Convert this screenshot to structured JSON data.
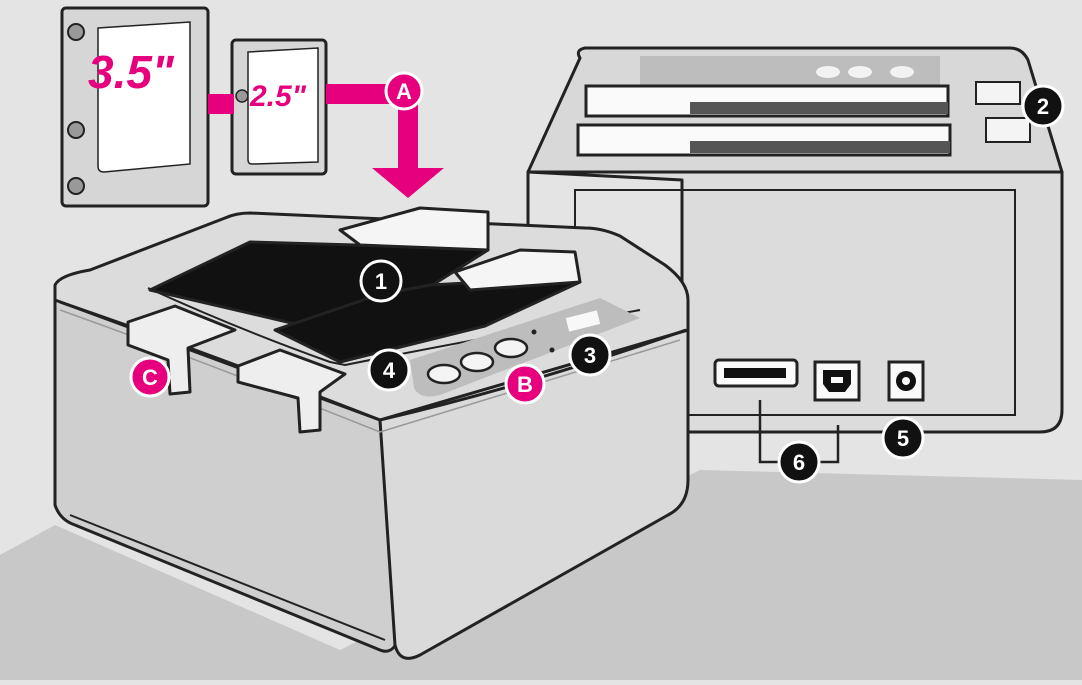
{
  "colors": {
    "background": "#e4e4e4",
    "shadow": "#c7c7c7",
    "accent_magenta": "#e6007e",
    "callout_black": "#111111",
    "outline": "#222222",
    "body_light": "#dedede",
    "body_mid": "#c9c9c9",
    "panel": "#b9b9b9"
  },
  "drives": {
    "large_label": "3.5\"",
    "small_label": "2.5\""
  },
  "callouts": {
    "n1": "1",
    "n2": "2",
    "n3": "3",
    "n4": "4",
    "n5": "5",
    "n6": "6",
    "a": "A",
    "b": "B",
    "c": "C"
  },
  "icons": [
    "hard-drive-icon",
    "arrow-down-icon",
    "power-button-icon",
    "usb-b-port-icon",
    "esata-port-icon",
    "dc-power-jack-icon",
    "led-indicator-icon"
  ]
}
